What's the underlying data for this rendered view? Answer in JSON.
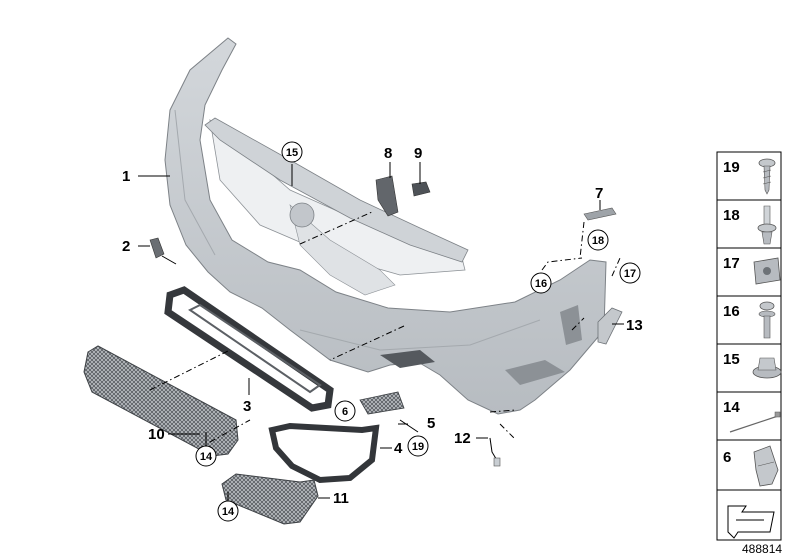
{
  "diagram_id": "488814",
  "callouts": {
    "c1": "1",
    "c2": "2",
    "c3": "3",
    "c4": "4",
    "c5": "5",
    "c7": "7",
    "c8": "8",
    "c9": "9",
    "c10": "10",
    "c11": "11",
    "c12": "12",
    "c13": "13"
  },
  "circled": {
    "r15": "15",
    "r18": "18",
    "r16": "16",
    "r17": "17",
    "r6": "6",
    "r19": "19",
    "r14a": "14",
    "r14b": "14"
  },
  "legend": {
    "items": [
      "19",
      "18",
      "17",
      "16",
      "15",
      "14",
      "6"
    ]
  },
  "colors": {
    "part_fill": "#c9ced3",
    "part_shade": "#a9aeb4",
    "grille_dark": "#3c3f43",
    "mesh": "#6a6e73"
  }
}
